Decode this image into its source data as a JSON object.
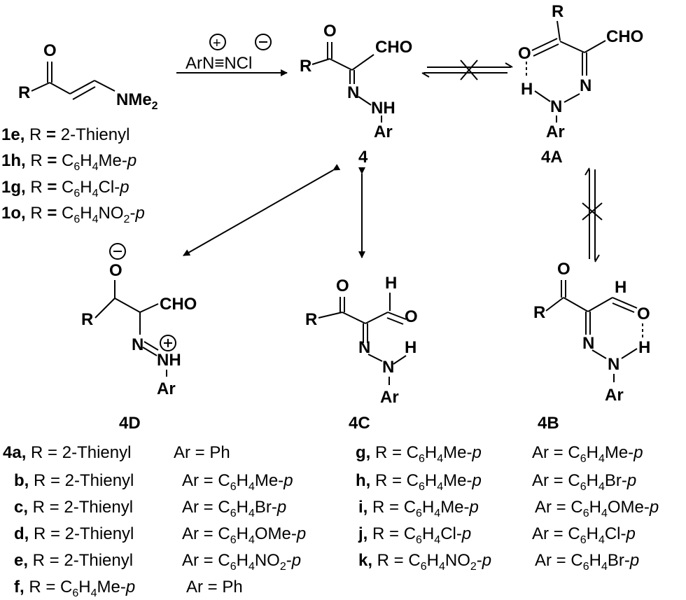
{
  "reagent": {
    "ar": "Ar",
    "n": "N",
    "triple": "≡",
    "ncl": "NCl",
    "plus": "+",
    "minus": "−"
  },
  "atoms": {
    "O": "O",
    "R": "R",
    "CHO": "CHO",
    "N": "N",
    "NH": "NH",
    "H": "H",
    "Ar": "Ar",
    "NMe": "NMe",
    "two": "2"
  },
  "compounds": {
    "c4": "4",
    "c4A": "4A",
    "c4B": "4B",
    "c4C": "4C",
    "c4D": "4D"
  },
  "starting": [
    {
      "id": "1e",
      "r": "2-Thienyl"
    },
    {
      "id": "1h",
      "r": "C6H4Me-p"
    },
    {
      "id": "1g",
      "r": "C6H4Cl-p"
    },
    {
      "id": "1o",
      "r": "C6H4NO2-p"
    }
  ],
  "products_left": [
    {
      "id": "4a,",
      "r": "R = 2-Thienyl",
      "ar": "Ar = Ph"
    },
    {
      "id": "b,",
      "r": "R = 2-Thienyl",
      "ar": "Ar = C6H4Me-p"
    },
    {
      "id": "c,",
      "r": "R = 2-Thienyl",
      "ar": "Ar = C6H4Br-p"
    },
    {
      "id": "d,",
      "r": "R = 2-Thienyl",
      "ar": "Ar = C6H4OMe-p"
    },
    {
      "id": "e,",
      "r": "R = 2-Thienyl",
      "ar": "Ar = C6H4NO2-p"
    },
    {
      "id": "f,",
      "r": "R = C6H4Me-p",
      "ar": "Ar = Ph"
    }
  ],
  "products_right": [
    {
      "id": "g,",
      "r": "R = C6H4Me-p",
      "ar": "Ar = C6H4Me-p"
    },
    {
      "id": "h,",
      "r": "R = C6H4Me-p",
      "ar": "Ar = C6H4Br-p"
    },
    {
      "id": "i,",
      "r": "R = C6H4Me-p",
      "ar": "Ar = C6H4OMe-p"
    },
    {
      "id": "j,",
      "r": "R = C6H4Cl-p",
      "ar": "Ar = C6H4Cl-p"
    },
    {
      "id": "k,",
      "r": "R = C6H4NO2-p",
      "ar": "Ar = C6H4Br-p"
    }
  ],
  "labels": {
    "s1e": "R = 2-Thienyl",
    "s1h_a": "R = C",
    "s1h_b": "6",
    "s1h_c": "H",
    "s1h_d": "4",
    "s1h_e": "Me-",
    "s1h_f": "p",
    "s1g_e": "Cl-",
    "s1o_e": "NO",
    "s1o_f": "2",
    "s1o_g": "-"
  }
}
